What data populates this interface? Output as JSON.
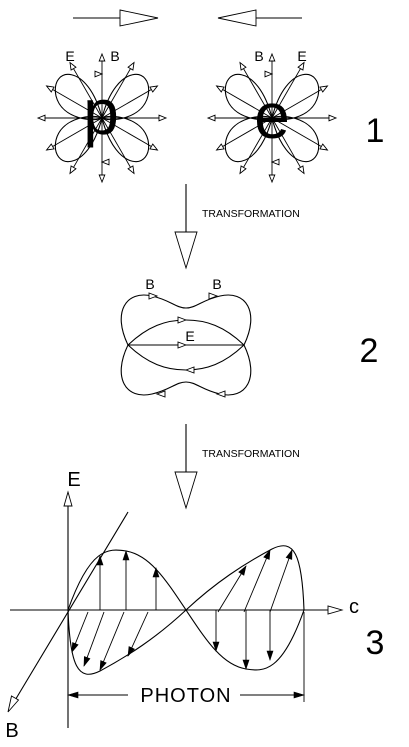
{
  "labels": {
    "proton": "p",
    "electron": "e",
    "e_field": "E",
    "b_field": "B",
    "transformation_1": "TRANSFORMATION",
    "transformation_2": "TRANSFORMATION",
    "axis_e": "E",
    "axis_b": "B",
    "axis_c": "c",
    "photon": "PHOTON"
  },
  "stage_numbers": [
    "1",
    "2",
    "3"
  ]
}
